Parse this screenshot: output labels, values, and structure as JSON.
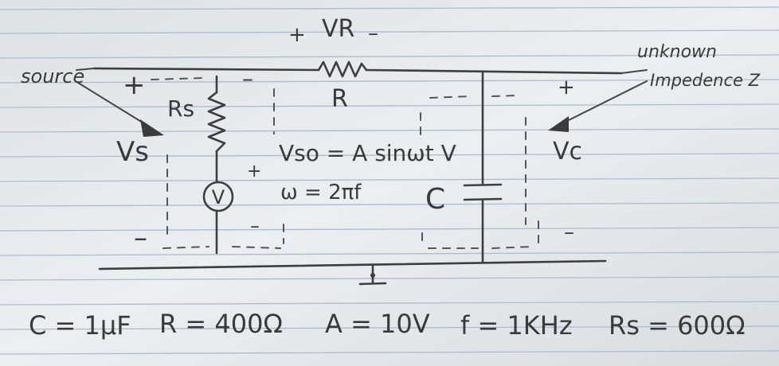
{
  "labels": {
    "source": "source",
    "unknown": "unknown",
    "impedance": "Impedence Z",
    "vr": "VR",
    "r": "R",
    "rs": "Rs",
    "vs": "Vs",
    "voltmeter": "V",
    "vso_eq": "Vso = A sinωt V",
    "omega_eq": "ω = 2πf",
    "c": "C",
    "vc": "Vc",
    "plus": "+",
    "minus": "–"
  },
  "given": {
    "c": "C = 1μF",
    "r": "R = 400Ω",
    "a": "A = 10V",
    "f": "f = 1KHz",
    "rs": "Rs = 600Ω"
  },
  "colors": {
    "paper": "#e6e8e9",
    "rule": "#a9bcd6",
    "pencil": "#3e3e3e"
  }
}
